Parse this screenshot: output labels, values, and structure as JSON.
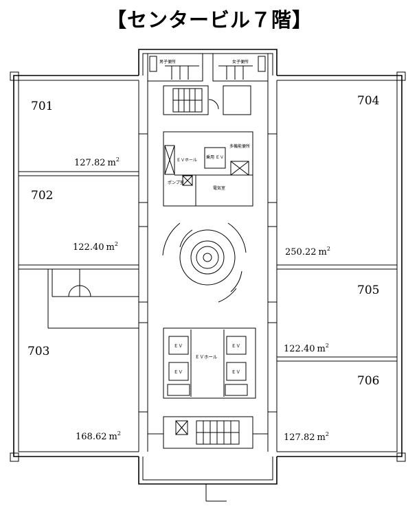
{
  "title": "【センタービル７階】",
  "rooms": [
    {
      "id": "701",
      "area": "127.82",
      "unit": "m"
    },
    {
      "id": "702",
      "area": "122.40",
      "unit": "m"
    },
    {
      "id": "703",
      "area": "168.62",
      "unit": "m"
    },
    {
      "id": "704",
      "area": "250.22",
      "unit": "m"
    },
    {
      "id": "705",
      "area": "122.40",
      "unit": "m"
    },
    {
      "id": "706",
      "area": "127.82",
      "unit": "m"
    }
  ],
  "area_superscript": "2",
  "labels": {
    "mens_toilet": "男子便所",
    "womens_toilet": "女子便所",
    "ev_hall_small": "ＥＶホール",
    "freight_ev": "乗用 ＥＶ",
    "accessible_toilet": "多機能便所",
    "pump_room": "ポンプ室",
    "elec_room": "電気室",
    "ev_hall": "ＥＶホール",
    "ev": "ＥＶ"
  }
}
